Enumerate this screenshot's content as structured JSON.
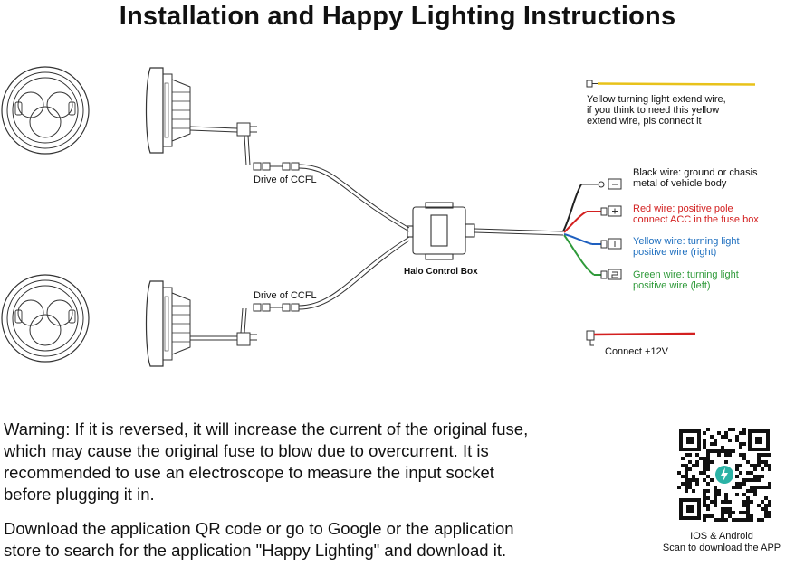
{
  "title": "Installation and Happy Lighting Instructions",
  "labels": {
    "drive_top": "Drive of  CCFL",
    "drive_bottom": "Drive of  CCFL",
    "control_box": "Halo Control Box",
    "connect_12v": "Connect +12V"
  },
  "yellow_extend": {
    "line1": "Yellow turning light extend wire,",
    "line2": "if you think to need this yellow",
    "line3": "extend wire, pls connect it"
  },
  "wires": [
    {
      "id": "black",
      "line1": "Black wire: ground or chasis",
      "line2": "metal of vehicle body",
      "color": "#111111",
      "terminal": "−"
    },
    {
      "id": "red",
      "line1": "Red wire: positive pole",
      "line2": "connect ACC in the fuse box",
      "color": "#d32020",
      "terminal": "+"
    },
    {
      "id": "yellow",
      "line1": "Yellow wire: turning light",
      "line2": "positive wire (right)",
      "color": "#1e6fbf",
      "terminal": "1"
    },
    {
      "id": "green",
      "line1": "Green wire: turning light",
      "line2": "positive wire (left)",
      "color": "#2f9a3a",
      "terminal": "2"
    }
  ],
  "warning": {
    "line1": "Warning: If it is reversed, it will increase the current of the original fuse,",
    "line2": "which may cause the original fuse to blow due to overcurrent. It is",
    "line3": "recommended to use an electroscope to measure the input socket",
    "line4": "before plugging it in."
  },
  "download": {
    "line1": "Download the application QR code or go to Google or the application",
    "line2": "store to search for the application \"Happy Lighting\" and download it."
  },
  "qr": {
    "caption1": "IOS & Android",
    "caption2": "Scan to download the APP",
    "accent": "#2bb3a6"
  },
  "colors": {
    "wire_black": "#222222",
    "wire_red": "#d32020",
    "wire_yellow": "#e8c21a",
    "wire_green": "#2f9a3a",
    "wire_blue": "#1e5fbf",
    "outline": "#333333"
  }
}
